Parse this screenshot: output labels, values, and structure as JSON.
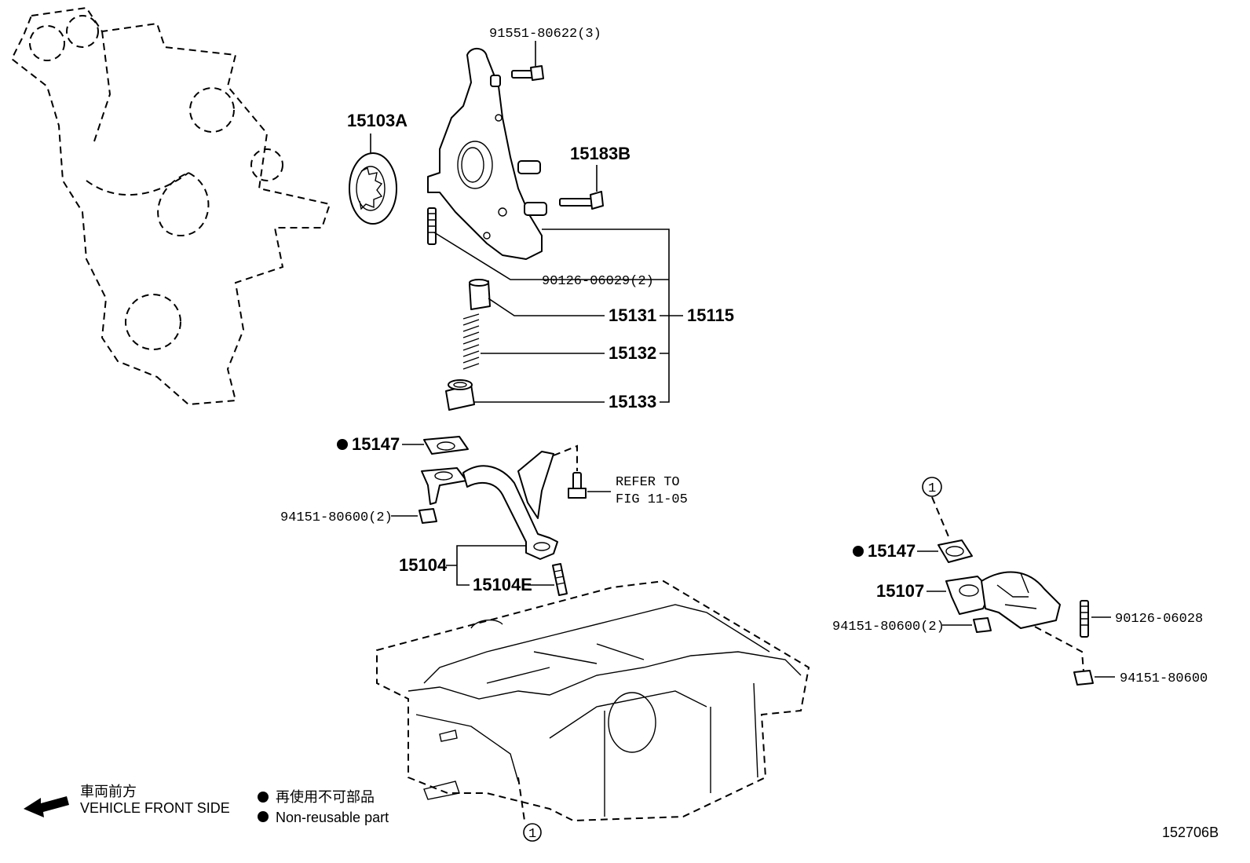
{
  "labels": {
    "bolt_91551": "91551-80622(3)",
    "rotor_15103A": "15103A",
    "bolt_15183B": "15183B",
    "stud_90126_06029": "90126-06029(2)",
    "valve_15131": "15131",
    "spring_15132": "15132",
    "plug_15133": "15133",
    "pump_assy_15115": "15115",
    "gasket_15147_left": "15147",
    "nut_94151_left": "94151-80600(2)",
    "strainer_15104": "15104",
    "stud_15104E": "15104E",
    "refer_line1": "REFER TO",
    "refer_line2": "FIG 11-05",
    "circle_ref_top": "1",
    "circle_ref_bottom": "1",
    "gasket_15147_right": "15147",
    "strainer_15107": "15107",
    "nut_94151_right": "94151-80600(2)",
    "stud_90126_06028": "90126-06028",
    "nut_94151_single": "94151-80600"
  },
  "legend": {
    "front_jp": "車両前方",
    "front_en": "VEHICLE FRONT SIDE",
    "nonreuse_jp": "再使用不可部品",
    "nonreuse_en": "Non-reusable part"
  },
  "figure_id": "152706B"
}
